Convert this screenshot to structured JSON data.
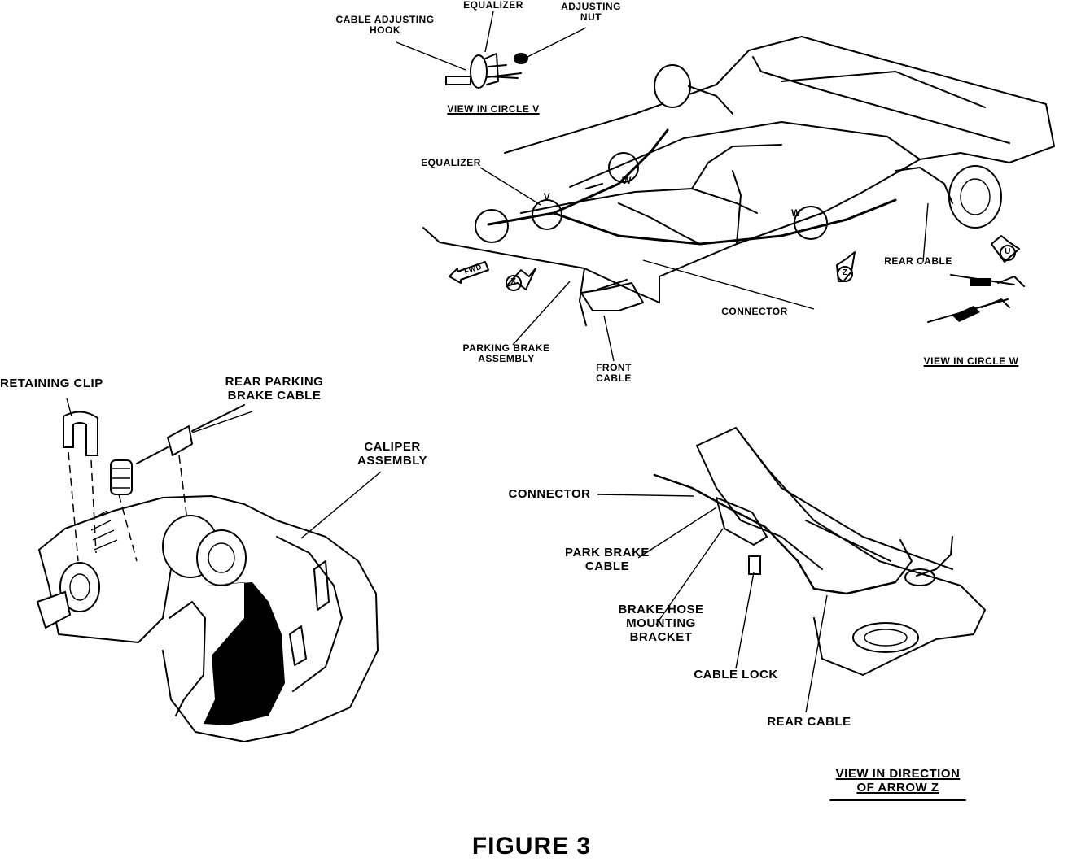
{
  "figure": {
    "caption": "FIGURE 3"
  },
  "top_diagram": {
    "circle_v_labels": {
      "cable_adjusting_hook": "CABLE ADJUSTING\nHOOK",
      "equalizer": "EQUALIZER",
      "adjusting_nut": "ADJUSTING\nNUT",
      "view_title": "VIEW IN CIRCLE V"
    },
    "main_labels": {
      "equalizer": "EQUALIZER",
      "connector": "CONNECTOR",
      "parking_brake_assembly": "PARKING BRAKE\nASSEMBLY",
      "front_cable": "FRONT\nCABLE",
      "rear_cable": "REAR CABLE",
      "fwd": "FWD"
    },
    "callout_letters": {
      "v": "V",
      "w1": "W",
      "w2": "W",
      "x": "X",
      "z": "Z",
      "u": "U"
    },
    "circle_w_view_title": "VIEW IN CIRCLE W"
  },
  "caliper_diagram": {
    "retaining_clip": "RETAINING CLIP",
    "rear_parking_brake_cable": "REAR PARKING\nBRAKE CABLE",
    "caliper_assembly": "CALIPER\nASSEMBLY"
  },
  "arrow_z_diagram": {
    "connector": "CONNECTOR",
    "park_brake_cable": "PARK BRAKE\nCABLE",
    "brake_hose_mounting_bracket": "BRAKE HOSE\nMOUNTING\nBRACKET",
    "cable_lock": "CABLE LOCK",
    "rear_cable": "REAR CABLE",
    "view_title": "VIEW IN DIRECTION\nOF ARROW Z"
  }
}
